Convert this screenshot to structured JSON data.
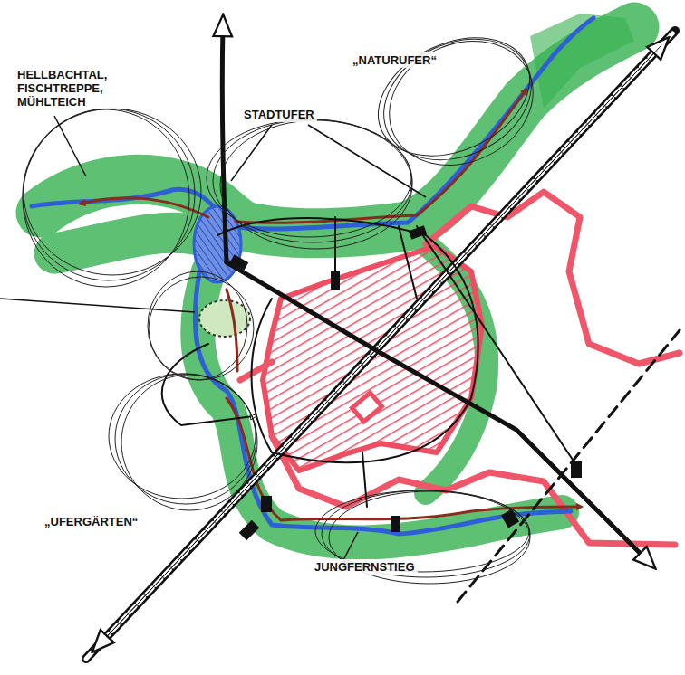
{
  "diagram": {
    "labels": [
      "HELLBACHTAL, FISCHTREPPE, MÜHLTEICH",
      "„NATURUFER“",
      "STADTUFER",
      "„UFERGÄRTEN“",
      "JUNGFERNSTIEG"
    ]
  }
}
